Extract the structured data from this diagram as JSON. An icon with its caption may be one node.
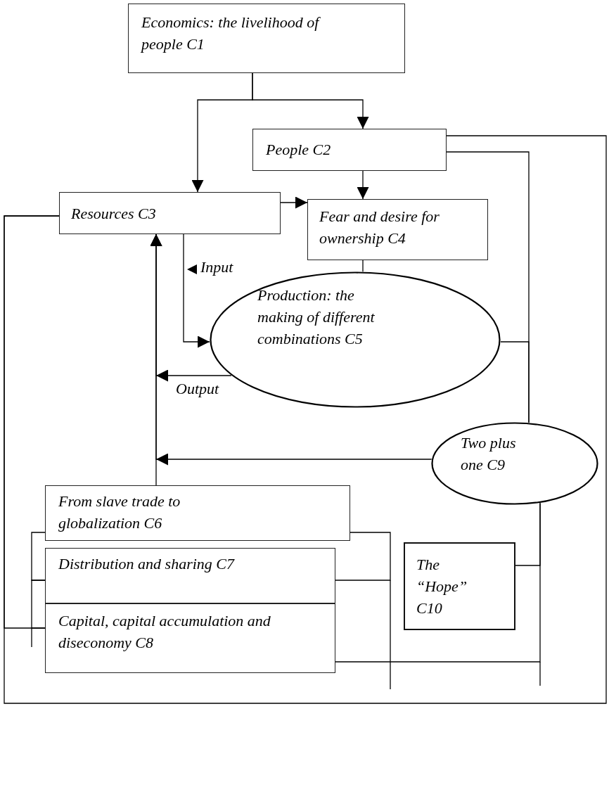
{
  "diagram": {
    "nodes": [
      {
        "text": [
          "Economics: the livelihood of people C1"
        ]
      },
      {
        "text": [
          "People C2"
        ]
      },
      {
        "text": [
          "Resources C3"
        ]
      },
      {
        "text": [
          "Fear and desire for ownership C4"
        ]
      },
      {
        "text": [
          "Production: the making of different combinations C5"
        ]
      },
      {
        "text": [
          "From slave trade to globalization C6"
        ]
      },
      {
        "text": [
          "Distribution and sharing C7"
        ]
      },
      {
        "text": [
          "Capital, capital accumulation and diseconomy C8"
        ]
      },
      {
        "text": [
          "Two plus one C9"
        ]
      },
      {
        "text": [
          "The “Hope” C10"
        ]
      }
    ],
    "edges": [
      {
        "from": 0,
        "to": 1,
        "arrow": "to"
      },
      {
        "from": 0,
        "to": 2,
        "arrow": "to"
      },
      {
        "from": 1,
        "to": 3,
        "arrow": "to"
      },
      {
        "from": 2,
        "to": 3,
        "arrow": "to"
      },
      {
        "from": 2,
        "to": 4,
        "arrow": "to",
        "label": "Input"
      },
      {
        "from": 4,
        "to": 2,
        "arrow": "to",
        "label": "Output"
      },
      {
        "from": 8,
        "to": 2,
        "arrow": "to"
      },
      {
        "from": 5,
        "to": 2,
        "arrow": "to"
      },
      {
        "from": 3,
        "to": 4,
        "arrow": "none"
      },
      {
        "from": 1,
        "to": 8,
        "arrow": "none"
      },
      {
        "from": 4,
        "to": 8,
        "arrow": "none"
      },
      {
        "from": 1,
        "to": 2,
        "arrow": "none"
      },
      {
        "from": 7,
        "to": 2,
        "arrow": "none"
      },
      {
        "from": 5,
        "to": 6,
        "arrow": "none"
      },
      {
        "from": 6,
        "to": 7,
        "arrow": "none"
      },
      {
        "from": 5,
        "to": 6,
        "arrow": "none"
      },
      {
        "from": 8,
        "to": 9,
        "arrow": "none"
      },
      {
        "from": 8,
        "to": 7,
        "arrow": "none"
      }
    ]
  }
}
